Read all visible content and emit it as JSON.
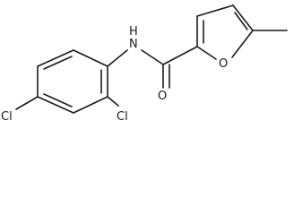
{
  "molecule": {
    "atoms": {
      "amide_nitrogen": "N",
      "amide_hydrogen": "H",
      "carbonyl_oxygen": "O",
      "furan_oxygen": "O",
      "chlorine_left": "Cl",
      "chlorine_right": "Cl"
    },
    "colors": {
      "ink": "#1a1a1a",
      "background": "#ffffff"
    }
  }
}
